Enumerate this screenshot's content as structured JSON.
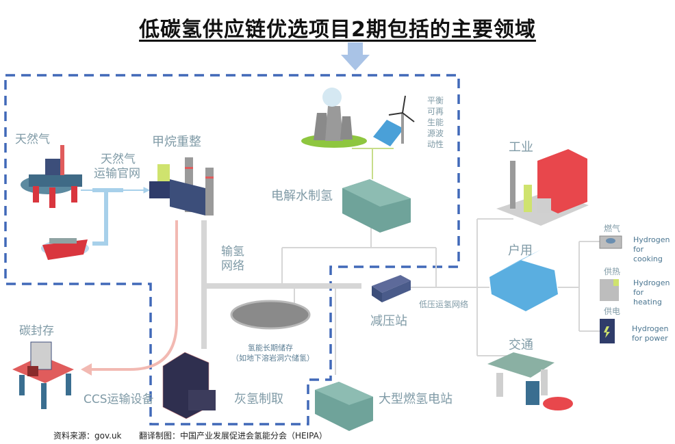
{
  "title": "低碳氢供应链优选项目2期包括的主要领域",
  "colors": {
    "boundary_dash": "#4169b8",
    "arrow": "#a9c3e6",
    "label_text": "#7f9aa6",
    "pipeline": "#d6d6d6",
    "co2_line": "#f2b9b2",
    "gas_pipe": "#a7d0ea"
  },
  "nodes": {
    "natural_gas": "天然气",
    "gas_grid": [
      "天然气",
      "运输官网"
    ],
    "smr": "甲烷重整",
    "renewables_balance": [
      "平衡",
      "可再",
      "生能",
      "源波",
      "动性"
    ],
    "electrolysis": "电解水制氢",
    "h2_network": [
      "输氢",
      "网络"
    ],
    "storage": [
      "氢能长期储存",
      "（如地下溶岩洞穴储氢）"
    ],
    "pressure_station": "减压站",
    "low_pressure_network": "低压运氢网络",
    "ccs_storage": "碳封存",
    "ccs_transport": "CCS运输设备",
    "grey_h2": "灰氢制取",
    "h2_power_plant": "大型燃氢电站",
    "industry": "工业",
    "domestic": "户用",
    "transport": "交通"
  },
  "domestic_uses": [
    {
      "label_cn": "燃气",
      "label_en": [
        "Hydrogen",
        "for",
        "cooking"
      ],
      "icon": "gas-stove-icon"
    },
    {
      "label_cn": "供热",
      "label_en": [
        "Hydrogen",
        "for",
        "heating"
      ],
      "icon": "radiator-icon"
    },
    {
      "label_cn": "供电",
      "label_en": [
        "Hydrogen",
        "for power"
      ],
      "icon": "fuel-cell-icon"
    }
  ],
  "footer": {
    "source": "资料来源：gov.uk",
    "credit": "翻译制图：中国产业发展促进会氢能分会（HEIPA）"
  }
}
